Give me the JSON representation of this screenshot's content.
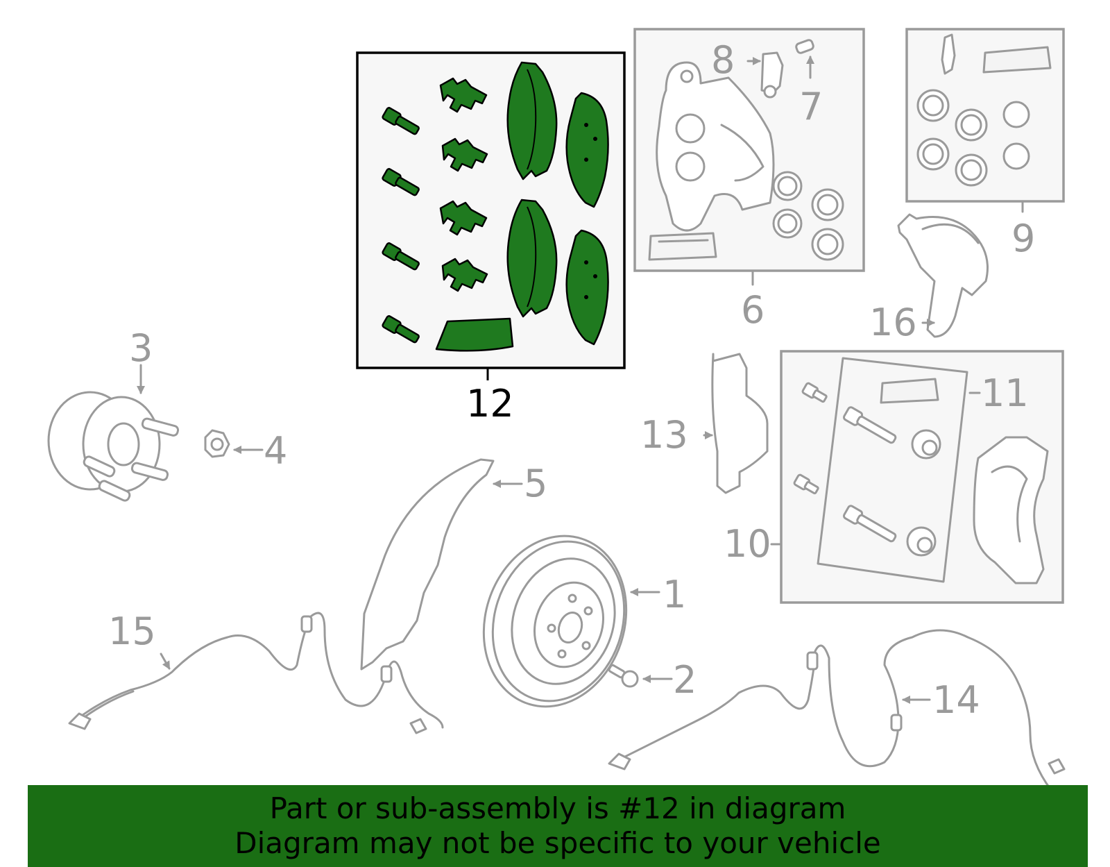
{
  "callouts": {
    "c1": "1",
    "c2": "2",
    "c3": "3",
    "c4": "4",
    "c5": "5",
    "c6": "6",
    "c7": "7",
    "c8": "8",
    "c9": "9",
    "c10": "10",
    "c11": "11",
    "c12": "12",
    "c13": "13",
    "c14": "14",
    "c15": "15",
    "c16": "16"
  },
  "highlighted_part": "12",
  "colors": {
    "highlight_fill": "#1f7a1f",
    "banner": "#1a6e14",
    "line_art": "#9a9a9a"
  },
  "banner": {
    "line1": "Part or sub-assembly is #12 in diagram",
    "line2": "Diagram may not be specific to your vehicle"
  }
}
